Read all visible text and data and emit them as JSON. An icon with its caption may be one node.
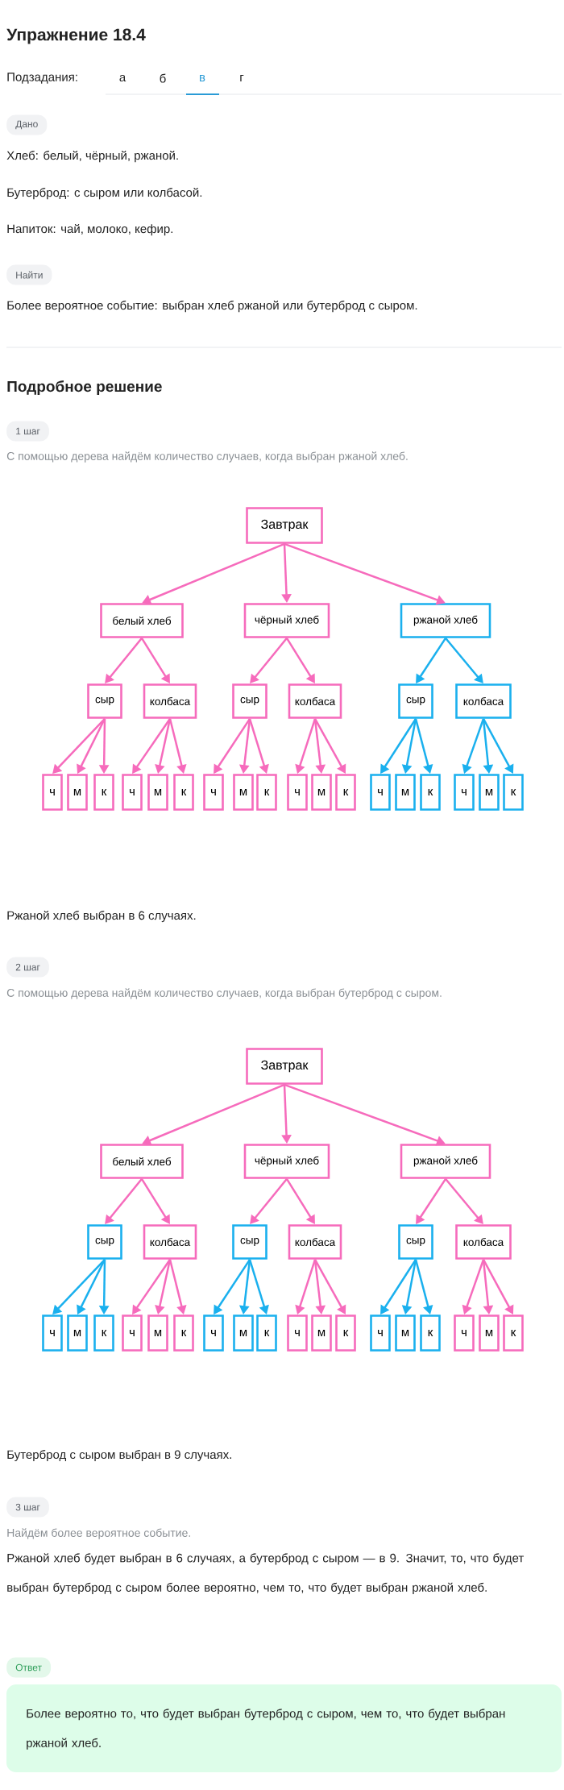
{
  "diagram": {
    "title": "Упражнение 18.4",
    "nodes": [
      {
        "text": [
          "Завтрак"
        ]
      },
      {
        "text": [
          "белый хлеб"
        ]
      },
      {
        "text": [
          "чёрный хлеб"
        ]
      },
      {
        "text": [
          "ржаной хлеб"
        ]
      },
      {
        "text": [
          "сыр"
        ]
      },
      {
        "text": [
          "колбаса"
        ]
      },
      {
        "text": [
          "сыр"
        ]
      },
      {
        "text": [
          "колбаса"
        ]
      },
      {
        "text": [
          "сыр"
        ]
      },
      {
        "text": [
          "колбаса"
        ]
      },
      {
        "text": [
          "ч"
        ]
      },
      {
        "text": [
          "м"
        ]
      },
      {
        "text": [
          "к"
        ]
      },
      {
        "text": [
          "ч"
        ]
      },
      {
        "text": [
          "м"
        ]
      },
      {
        "text": [
          "к"
        ]
      },
      {
        "text": [
          "ч"
        ]
      },
      {
        "text": [
          "м"
        ]
      },
      {
        "text": [
          "к"
        ]
      },
      {
        "text": [
          "ч"
        ]
      },
      {
        "text": [
          "м"
        ]
      },
      {
        "text": [
          "к"
        ]
      },
      {
        "text": [
          "ч"
        ]
      },
      {
        "text": [
          "м"
        ]
      },
      {
        "text": [
          "к"
        ]
      },
      {
        "text": [
          "ч"
        ]
      },
      {
        "text": [
          "м"
        ]
      },
      {
        "text": [
          "к"
        ]
      },
      {
        "text": [
          "Завтрак"
        ]
      },
      {
        "text": [
          "белый хлеб"
        ]
      },
      {
        "text": [
          "чёрный хлеб"
        ]
      },
      {
        "text": [
          "ржаной хлеб"
        ]
      },
      {
        "text": [
          "сыр"
        ]
      },
      {
        "text": [
          "колбаса"
        ]
      },
      {
        "text": [
          "сыр"
        ]
      },
      {
        "text": [
          "колбаса"
        ]
      },
      {
        "text": [
          "сыр"
        ]
      },
      {
        "text": [
          "колбаса"
        ]
      },
      {
        "text": [
          "ч"
        ]
      },
      {
        "text": [
          "м"
        ]
      },
      {
        "text": [
          "к"
        ]
      },
      {
        "text": [
          "ч"
        ]
      },
      {
        "text": [
          "м"
        ]
      },
      {
        "text": [
          "к"
        ]
      },
      {
        "text": [
          "ч"
        ]
      },
      {
        "text": [
          "м"
        ]
      },
      {
        "text": [
          "к"
        ]
      },
      {
        "text": [
          "ч"
        ]
      },
      {
        "text": [
          "м"
        ]
      },
      {
        "text": [
          "к"
        ]
      },
      {
        "text": [
          "ч"
        ]
      },
      {
        "text": [
          "м"
        ]
      },
      {
        "text": [
          "к"
        ]
      },
      {
        "text": [
          "ч"
        ]
      },
      {
        "text": [
          "м"
        ]
      },
      {
        "text": [
          "к"
        ]
      }
    ],
    "edges": [
      {
        "from": 0,
        "to": 1,
        "arrow": "to"
      },
      {
        "from": 0,
        "to": 2,
        "arrow": "to"
      },
      {
        "from": 0,
        "to": 3,
        "arrow": "to"
      },
      {
        "from": 1,
        "to": 4,
        "arrow": "to"
      },
      {
        "from": 1,
        "to": 5,
        "arrow": "to"
      },
      {
        "from": 2,
        "to": 6,
        "arrow": "to"
      },
      {
        "from": 2,
        "to": 7,
        "arrow": "to"
      },
      {
        "from": 3,
        "to": 8,
        "arrow": "to",
        "color": "#1ab0ee"
      },
      {
        "from": 3,
        "to": 9,
        "arrow": "to",
        "color": "#1ab0ee"
      },
      {
        "from": 4,
        "to": 10,
        "arrow": "to"
      },
      {
        "from": 4,
        "to": 11,
        "arrow": "to"
      },
      {
        "from": 4,
        "to": 12,
        "arrow": "to"
      },
      {
        "from": 5,
        "to": 13,
        "arrow": "to"
      },
      {
        "from": 5,
        "to": 14,
        "arrow": "to"
      },
      {
        "from": 5,
        "to": 15,
        "arrow": "to"
      },
      {
        "from": 6,
        "to": 16,
        "arrow": "to"
      },
      {
        "from": 6,
        "to": 17,
        "arrow": "to"
      },
      {
        "from": 6,
        "to": 18,
        "arrow": "to"
      },
      {
        "from": 7,
        "to": 19,
        "arrow": "to"
      },
      {
        "from": 7,
        "to": 20,
        "arrow": "to"
      },
      {
        "from": 7,
        "to": 21,
        "arrow": "to"
      },
      {
        "from": 8,
        "to": 22,
        "arrow": "to",
        "color": "#1ab0ee"
      },
      {
        "from": 8,
        "to": 23,
        "arrow": "to",
        "color": "#1ab0ee"
      },
      {
        "from": 8,
        "to": 24,
        "arrow": "to",
        "color": "#1ab0ee"
      },
      {
        "from": 9,
        "to": 25,
        "arrow": "to",
        "color": "#1ab0ee"
      },
      {
        "from": 9,
        "to": 26,
        "arrow": "to",
        "color": "#1ab0ee"
      },
      {
        "from": 9,
        "to": 27,
        "arrow": "to",
        "color": "#1ab0ee"
      },
      {
        "from": 28,
        "to": 29,
        "arrow": "to"
      },
      {
        "from": 28,
        "to": 30,
        "arrow": "to"
      },
      {
        "from": 28,
        "to": 31,
        "arrow": "to"
      },
      {
        "from": 29,
        "to": 32,
        "arrow": "to"
      },
      {
        "from": 29,
        "to": 33,
        "arrow": "to"
      },
      {
        "from": 30,
        "to": 34,
        "arrow": "to"
      },
      {
        "from": 30,
        "to": 35,
        "arrow": "to"
      },
      {
        "from": 31,
        "to": 36,
        "arrow": "to"
      },
      {
        "from": 31,
        "to": 37,
        "arrow": "to"
      },
      {
        "from": 32,
        "to": 38,
        "arrow": "to",
        "color": "#1ab0ee"
      },
      {
        "from": 32,
        "to": 39,
        "arrow": "to",
        "color": "#1ab0ee"
      },
      {
        "from": 32,
        "to": 40,
        "arrow": "to",
        "color": "#1ab0ee"
      },
      {
        "from": 33,
        "to": 41,
        "arrow": "to"
      },
      {
        "from": 33,
        "to": 42,
        "arrow": "to"
      },
      {
        "from": 33,
        "to": 43,
        "arrow": "to"
      },
      {
        "from": 34,
        "to": 44,
        "arrow": "to",
        "color": "#1ab0ee"
      },
      {
        "from": 34,
        "to": 45,
        "arrow": "to",
        "color": "#1ab0ee"
      },
      {
        "from": 34,
        "to": 46,
        "arrow": "to",
        "color": "#1ab0ee"
      },
      {
        "from": 35,
        "to": 47,
        "arrow": "to"
      },
      {
        "from": 35,
        "to": 48,
        "arrow": "to"
      },
      {
        "from": 35,
        "to": 49,
        "arrow": "to"
      },
      {
        "from": 36,
        "to": 50,
        "arrow": "to",
        "color": "#1ab0ee"
      },
      {
        "from": 36,
        "to": 51,
        "arrow": "to",
        "color": "#1ab0ee"
      },
      {
        "from": 36,
        "to": 52,
        "arrow": "to",
        "color": "#1ab0ee"
      },
      {
        "from": 37,
        "to": 53,
        "arrow": "to"
      },
      {
        "from": 37,
        "to": 54,
        "arrow": "to"
      },
      {
        "from": 37,
        "to": 55,
        "arrow": "to"
      }
    ],
    "labels": [
      "Подзадания:",
      "а",
      "б",
      "в",
      "г",
      "Дано",
      "Хлеб: белый, чёрный, ржаной.",
      "Бутерброд: с сыром или колбасой.",
      "Напиток: чай, молоко, кефир.",
      "Найти",
      "Более вероятное событие: выбран хлеб ржаной или бутерброд с сыром.",
      "Подробное решение",
      "1 шаг",
      "С помощью дерева найдём количество случаев, когда выбран ржаной хлеб.",
      "Ржаной хлеб выбран в 6 случаях.",
      "2 шаг",
      "С помощью дерева найдём количество случаев, когда выбран бутерброд с сыром.",
      "Бутерброд с сыром выбран в 9 случаях.",
      "3 шаг",
      "Найдём более вероятное событие.",
      "Ржаной хлеб будет выбран в 6 случаях, а бутерброд с сыром — в 9. Значит, то, что будет выбран бутерброд с сыром более вероятно, чем то, что будет выбран ржаной хлеб.",
      "Ответ",
      "Более вероятно то, что будет выбран бутерброд с сыром, чем то, что будет выбран ржаной хлеб."
    ]
  }
}
